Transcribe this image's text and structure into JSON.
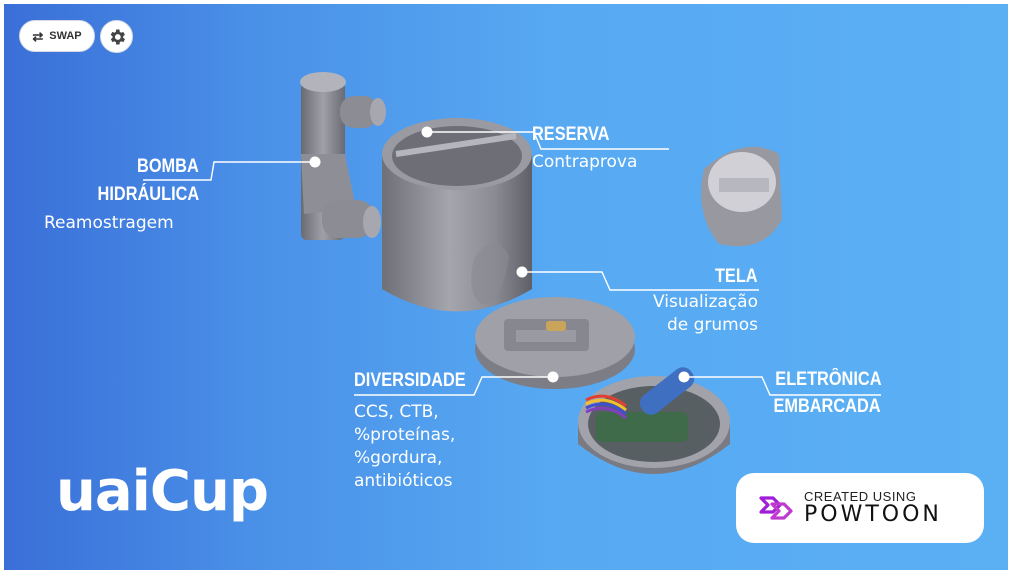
{
  "controls": {
    "swap_label": "SWAP",
    "swap_icon": "swap-arrows-icon",
    "settings_icon": "gear-icon"
  },
  "labels": {
    "bomba": {
      "title_line1": "BOMBA",
      "title_line2": "HIDRÁULICA",
      "subtitle": "Reamostragem"
    },
    "reserva": {
      "title": "RESERVA",
      "subtitle": "Contraprova"
    },
    "tela": {
      "title": "TELA",
      "subtitle_line1": "Visualização",
      "subtitle_line2": "de grumos"
    },
    "diversidade": {
      "title": "DIVERSIDADE",
      "lines": [
        "CCS, CTB,",
        "%proteínas,",
        "%gordura,",
        "antibióticos"
      ]
    },
    "eletronica": {
      "title_line1": "ELETRÔNICA",
      "title_line2": "EMBARCADA"
    }
  },
  "brand": {
    "name": "uaiCup"
  },
  "badge": {
    "small": "CREATED USING",
    "big": "POWTOON",
    "logo_icon": "powtoon-logo-icon"
  },
  "colors": {
    "background_start": "#3a6fd8",
    "background_end": "#5bb0f4",
    "part_gray": "#8a8a92",
    "powtoon_logo": "#a01fd6"
  }
}
